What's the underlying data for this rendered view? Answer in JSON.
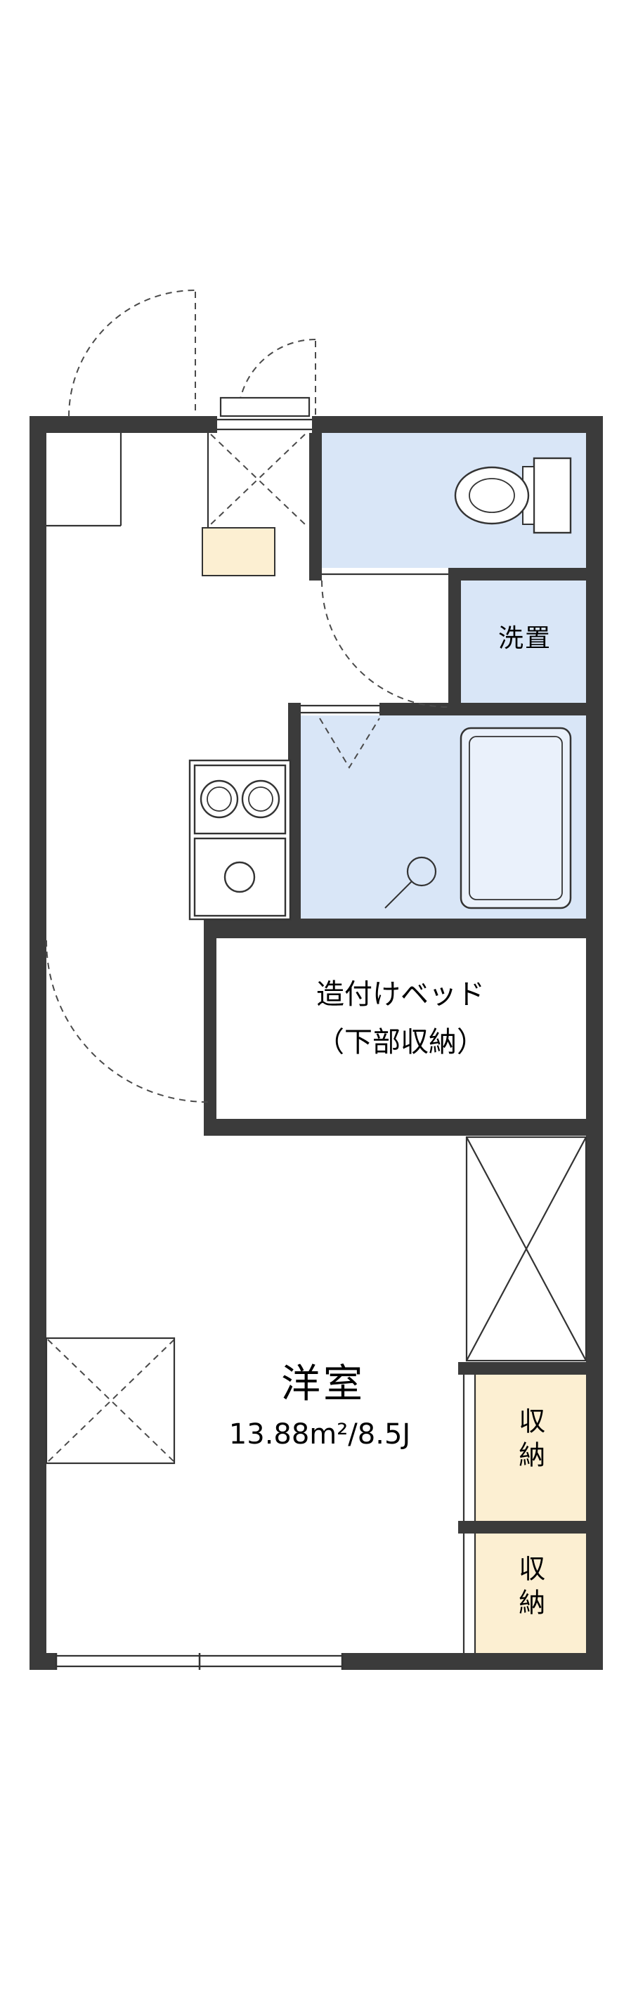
{
  "plan": {
    "type": "apartment-floor-plan",
    "labels": {
      "main_room_name": "洋室",
      "main_room_area": "13.88m²/8.5J",
      "bed_line1": "造付けベッド",
      "bed_line2": "（下部収納）",
      "laundry": "洗置",
      "storage_top": "収納",
      "storage_bottom": "収納"
    },
    "colors": {
      "wall": "#3b3b3b",
      "wet_area_fill": "#d9e6f7",
      "storage_fill": "#fcefd2",
      "entry_step_fill": "#fcefd2",
      "line": "#333333",
      "dashed_line": "#4a4a4a"
    }
  }
}
